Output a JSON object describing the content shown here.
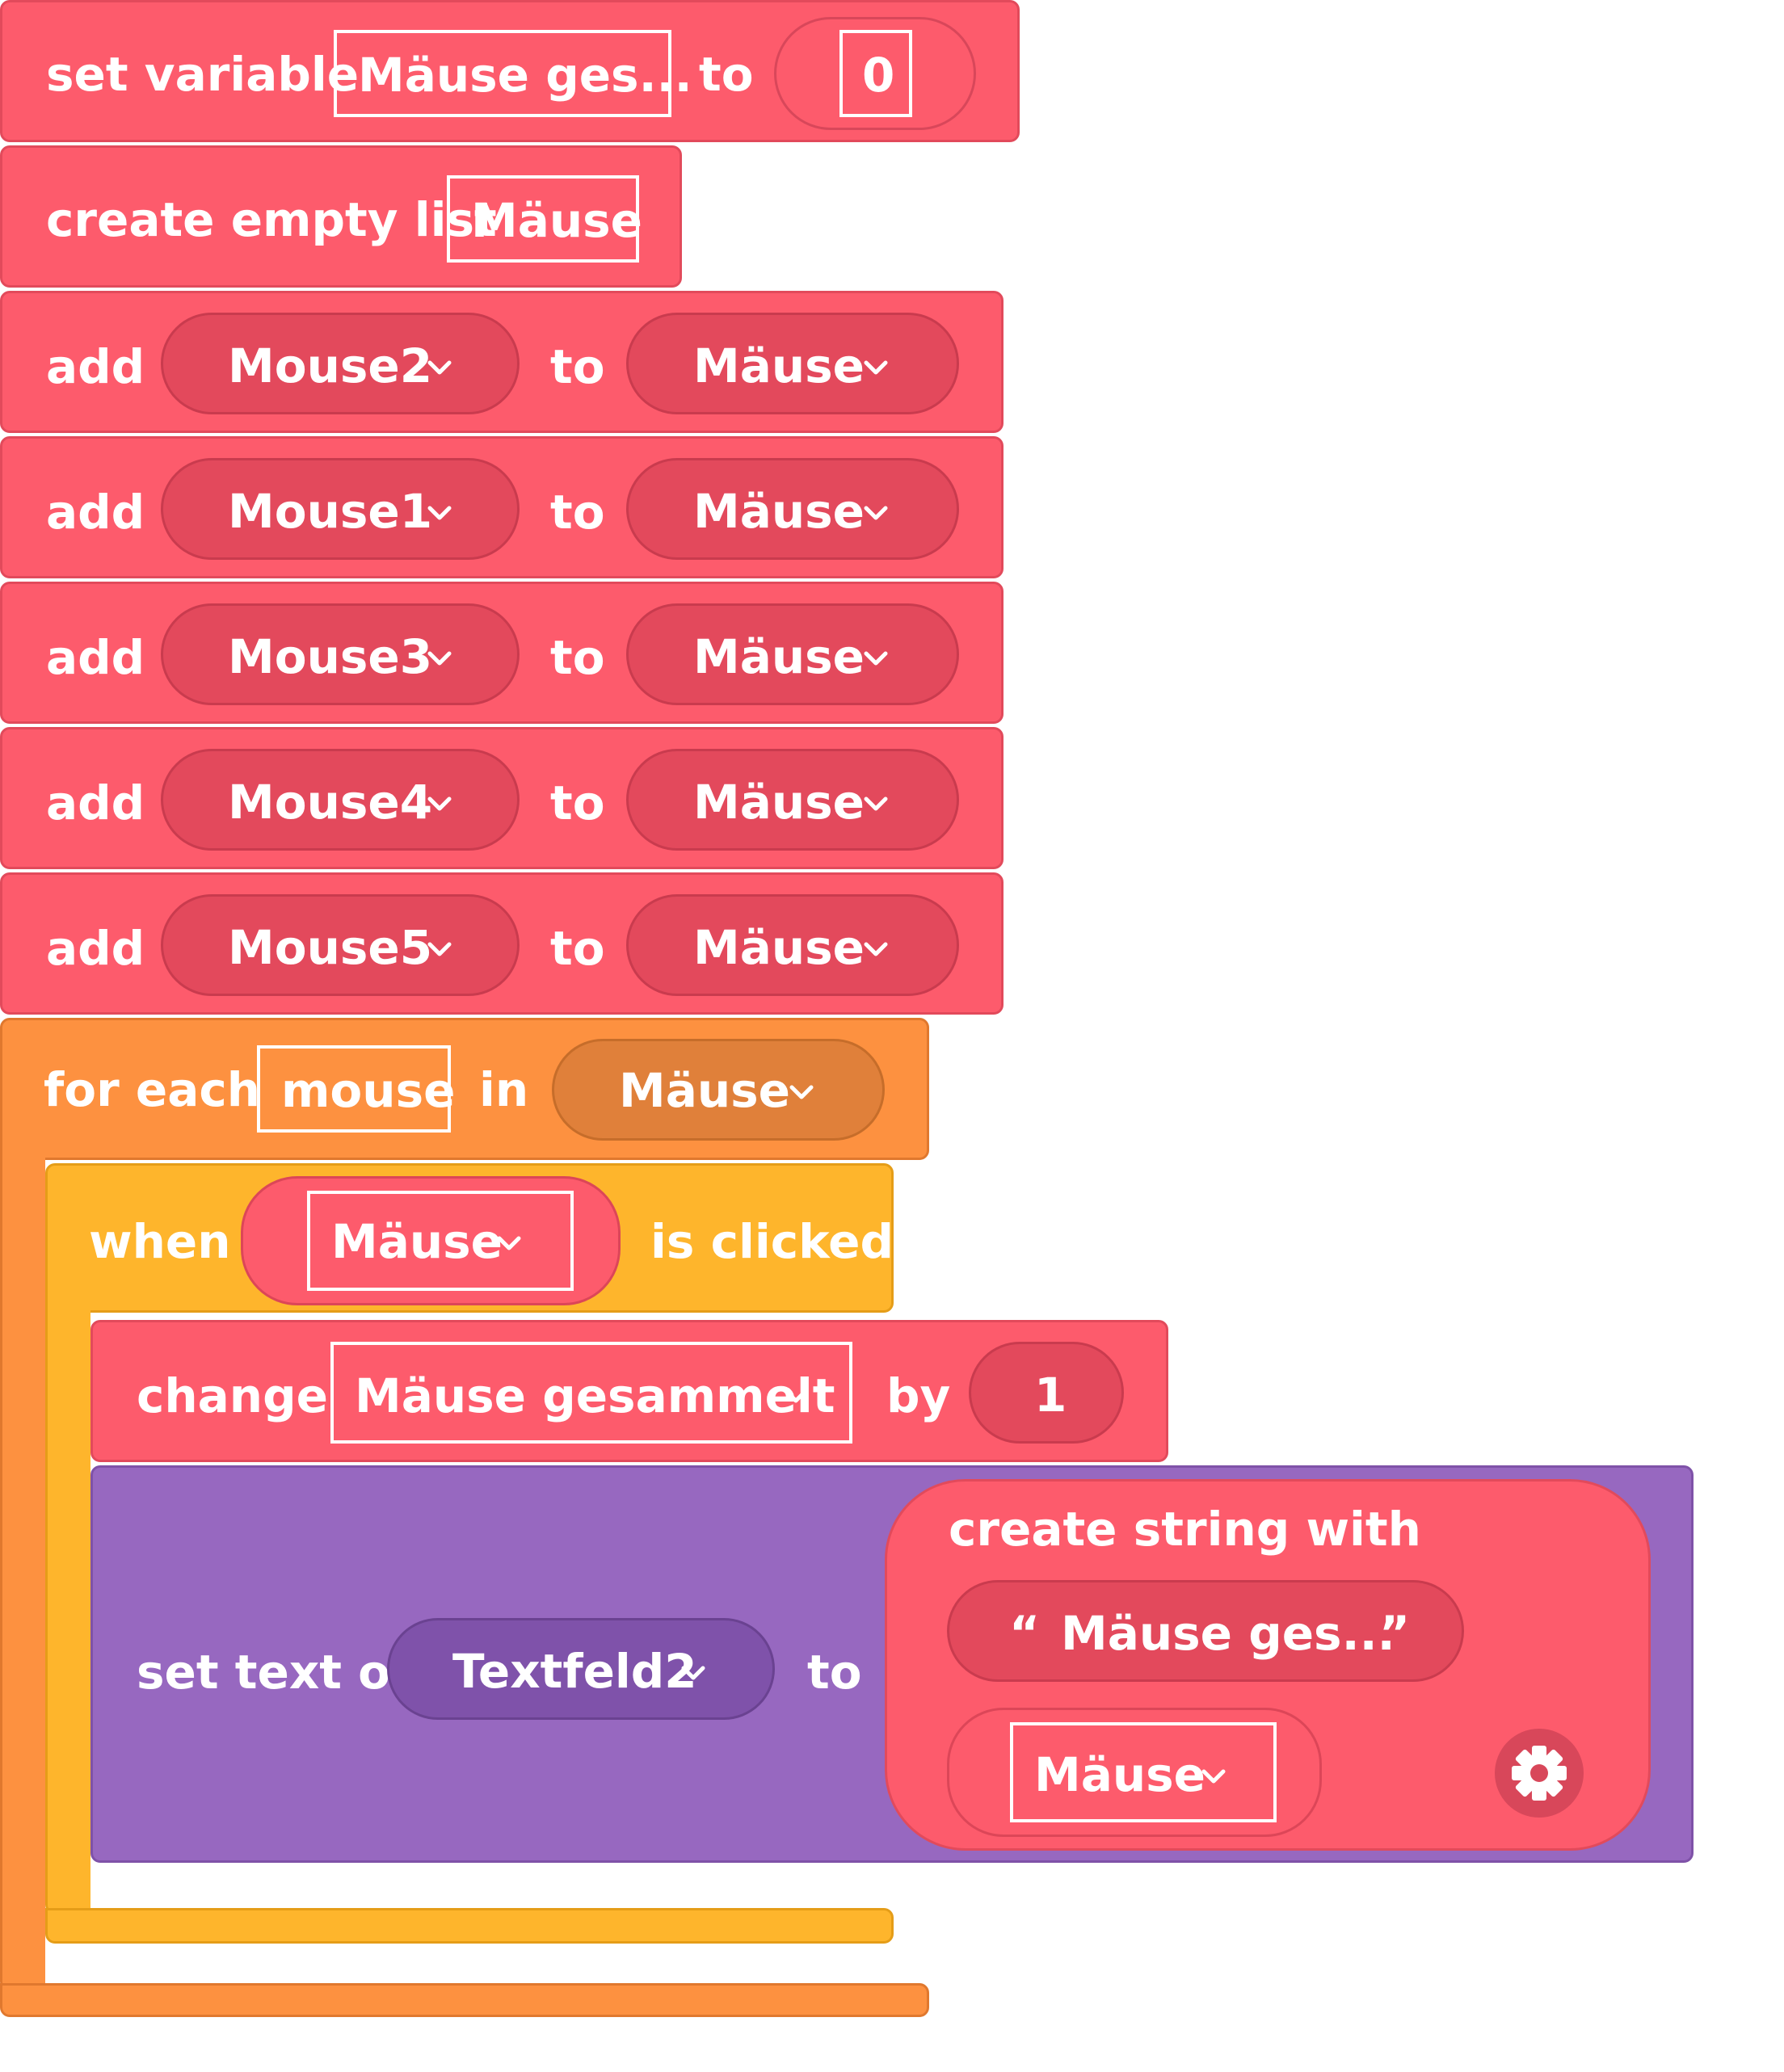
{
  "blocks": {
    "set_variable": {
      "label": "set variable",
      "variable": "Mäuse ges...",
      "to": "to",
      "value": "0"
    },
    "create_list": {
      "label": "create empty list",
      "name": "Mäuse"
    },
    "add_rows": [
      {
        "label": "add",
        "item": "Mouse2",
        "to": "to",
        "list": "Mäuse"
      },
      {
        "label": "add",
        "item": "Mouse1",
        "to": "to",
        "list": "Mäuse"
      },
      {
        "label": "add",
        "item": "Mouse3",
        "to": "to",
        "list": "Mäuse"
      },
      {
        "label": "add",
        "item": "Mouse4",
        "to": "to",
        "list": "Mäuse"
      },
      {
        "label": "add",
        "item": "Mouse5",
        "to": "to",
        "list": "Mäuse"
      }
    ],
    "for_each": {
      "label": "for each",
      "var": "mouse",
      "in": "in",
      "list": "Mäuse"
    },
    "when_clicked": {
      "label": "when",
      "component": "Mäuse",
      "suffix": "is clicked"
    },
    "change": {
      "label": "change",
      "variable": "Mäuse gesammelt",
      "by": "by",
      "amount": "1"
    },
    "set_text": {
      "label": "set text of",
      "component": "Textfeld2",
      "to": "to",
      "create_string_label": "create string with",
      "open_quote": "“",
      "string_value": "Mäuse ges...",
      "close_quote": "”",
      "string_var": "Mäuse"
    }
  },
  "colors": {
    "list_red": "#fd5b6c",
    "control_orange": "#fd9140",
    "event_yellow": "#feb52c",
    "component_purple": "#9768c0"
  },
  "icons": {
    "dropdown": "chevron-down-icon",
    "mutator": "gear-icon"
  }
}
